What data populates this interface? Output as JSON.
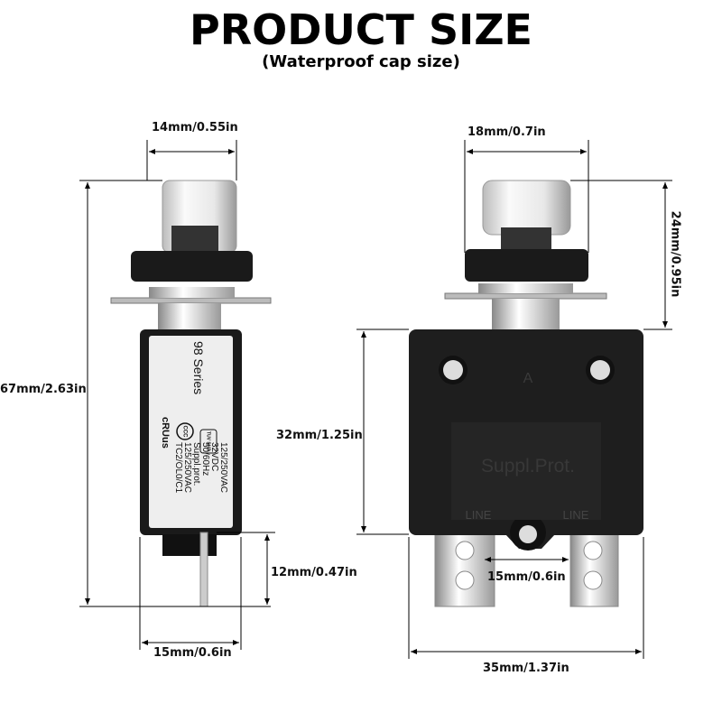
{
  "title": "PRODUCT SIZE",
  "subtitle": "(Waterproof cap size)",
  "left_view": {
    "dims": {
      "cap_width": "14mm/0.55in",
      "total_height": "67mm/2.63in",
      "terminal_length": "12mm/0.47in",
      "body_width": "15mm/0.6in"
    },
    "label": {
      "series": "98 Series",
      "lines": [
        "125/250VAC",
        "32VDC",
        "50/60Hz",
        "Suppl.prot.",
        "125/250VAC",
        "TC2/OL0/C1"
      ],
      "cert_marks": [
        "TUV SUD",
        "CCC",
        "cRUus"
      ]
    }
  },
  "right_view": {
    "dims": {
      "cap_width": "18mm/0.7in",
      "cap_height": "24mm/0.95in",
      "body_height": "32mm/1.25in",
      "terminal_spacing": "15mm/0.6in",
      "body_width": "35mm/1.37in"
    },
    "body_text": {
      "mark": "A",
      "embossed": "Suppl.Prot.",
      "terminal_left": "LINE",
      "terminal_right": "LINE"
    }
  },
  "colors": {
    "body": "#1c1c1c",
    "terminal": "#d9d9d9",
    "cap": "#eeeeee"
  }
}
